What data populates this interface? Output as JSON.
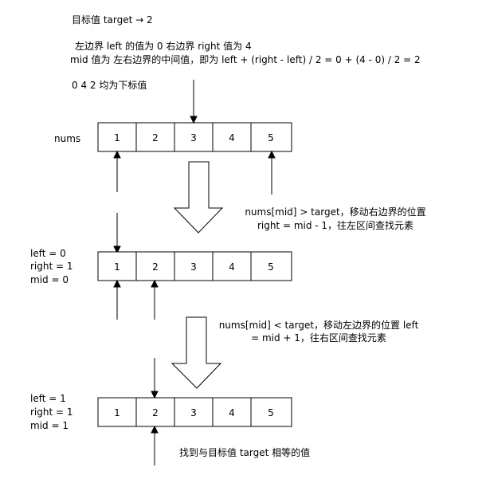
{
  "notes": {
    "line1": "目标值 target → 2",
    "line2": "左边界 left 的值为 0    右边界 right 值为 4",
    "line3": "mid 值为 左右边界的中间值，即为 left + (right - left) / 2 = 0 + (4 - 0) / 2 = 2",
    "line4": "0 4 2 均为下标值"
  },
  "array_label": "nums",
  "arrays": [
    {
      "cells": [
        "1",
        "2",
        "3",
        "4",
        "5"
      ]
    },
    {
      "cells": [
        "1",
        "2",
        "3",
        "4",
        "5"
      ]
    },
    {
      "cells": [
        "1",
        "2",
        "3",
        "4",
        "5"
      ]
    }
  ],
  "steps": [
    {
      "vars": [
        "left = 0",
        "right = 1",
        "mid = 0"
      ],
      "explain": [
        "nums[mid] > target，移动右边界的位置",
        "right = mid - 1，往左区间查找元素"
      ]
    },
    {
      "vars": [
        "left = 1",
        "right = 1",
        "mid = 1"
      ],
      "explain": [
        "nums[mid] < target，移动左边界的位置 left",
        "= mid + 1，往右区间查找元素"
      ]
    }
  ],
  "result": "找到与目标值 target 相等的值"
}
